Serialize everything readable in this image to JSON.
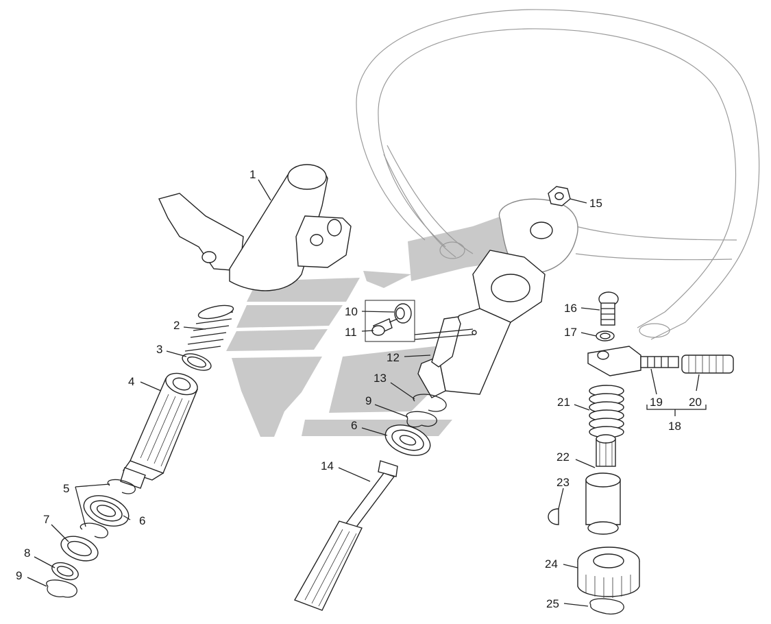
{
  "diagram": {
    "labels": {
      "p1": "1",
      "p2": "2",
      "p3": "3",
      "p4": "4",
      "p5": "5",
      "p6a": "6",
      "p6b": "6",
      "p7": "7",
      "p8": "8",
      "p9a": "9",
      "p9b": "9",
      "p10": "10",
      "p11": "11",
      "p12": "12",
      "p13": "13",
      "p14": "14",
      "p15": "15",
      "p16": "16",
      "p17": "17",
      "p18": "18",
      "p19": "19",
      "p20": "20",
      "p21": "21",
      "p22": "22",
      "p23": "23",
      "p24": "24",
      "p25": "25"
    },
    "colors": {
      "line": "#222222",
      "wheel": "#9a9a9a",
      "watermark": "#c9c9c9",
      "background": "#ffffff"
    }
  }
}
